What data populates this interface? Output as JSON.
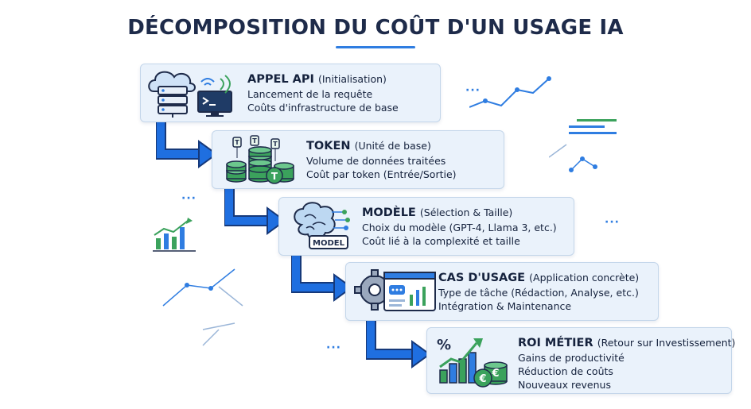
{
  "title": "DÉCOMPOSITION DU COÛT D'UN USAGE IA",
  "steps": [
    {
      "title": "APPEL API",
      "subtitle": "(Initialisation)",
      "lines": [
        "Lancement de la requête",
        "Coûts d'infrastructure de base"
      ],
      "icon": "cloud-server-terminal-icon"
    },
    {
      "title": "TOKEN",
      "subtitle": "(Unité de base)",
      "lines": [
        "Volume de données traitées",
        "Coût par token (Entrée/Sortie)"
      ],
      "icon": "token-coins-icon"
    },
    {
      "title": "MODÈLE",
      "subtitle": "(Sélection & Taille)",
      "lines": [
        "Choix du modèle (GPT-4, Llama 3, etc.)",
        "Coût lié à la complexité et taille"
      ],
      "icon": "brain-model-icon",
      "icon_label": "MODEL"
    },
    {
      "title": "CAS D'USAGE",
      "subtitle": "(Application concrète)",
      "lines": [
        "Type de tâche (Rédaction, Analyse, etc.)",
        "Intégration & Maintenance"
      ],
      "icon": "gear-dashboard-icon"
    },
    {
      "title": "ROI MÉTIER",
      "subtitle": "(Retour sur Investissement)",
      "lines": [
        "Gains de productivité",
        "Réduction de coûts",
        "Nouveaux revenus"
      ],
      "icon": "roi-growth-chart-icon",
      "icon_label": "%"
    }
  ],
  "colors": {
    "title": "#1e2b4a",
    "accent": "#2f7de1",
    "box_bg": "#eaf2fb",
    "box_border": "#c4d6ea",
    "arrow": "#1f6fe0",
    "green": "#2e9d5b"
  }
}
